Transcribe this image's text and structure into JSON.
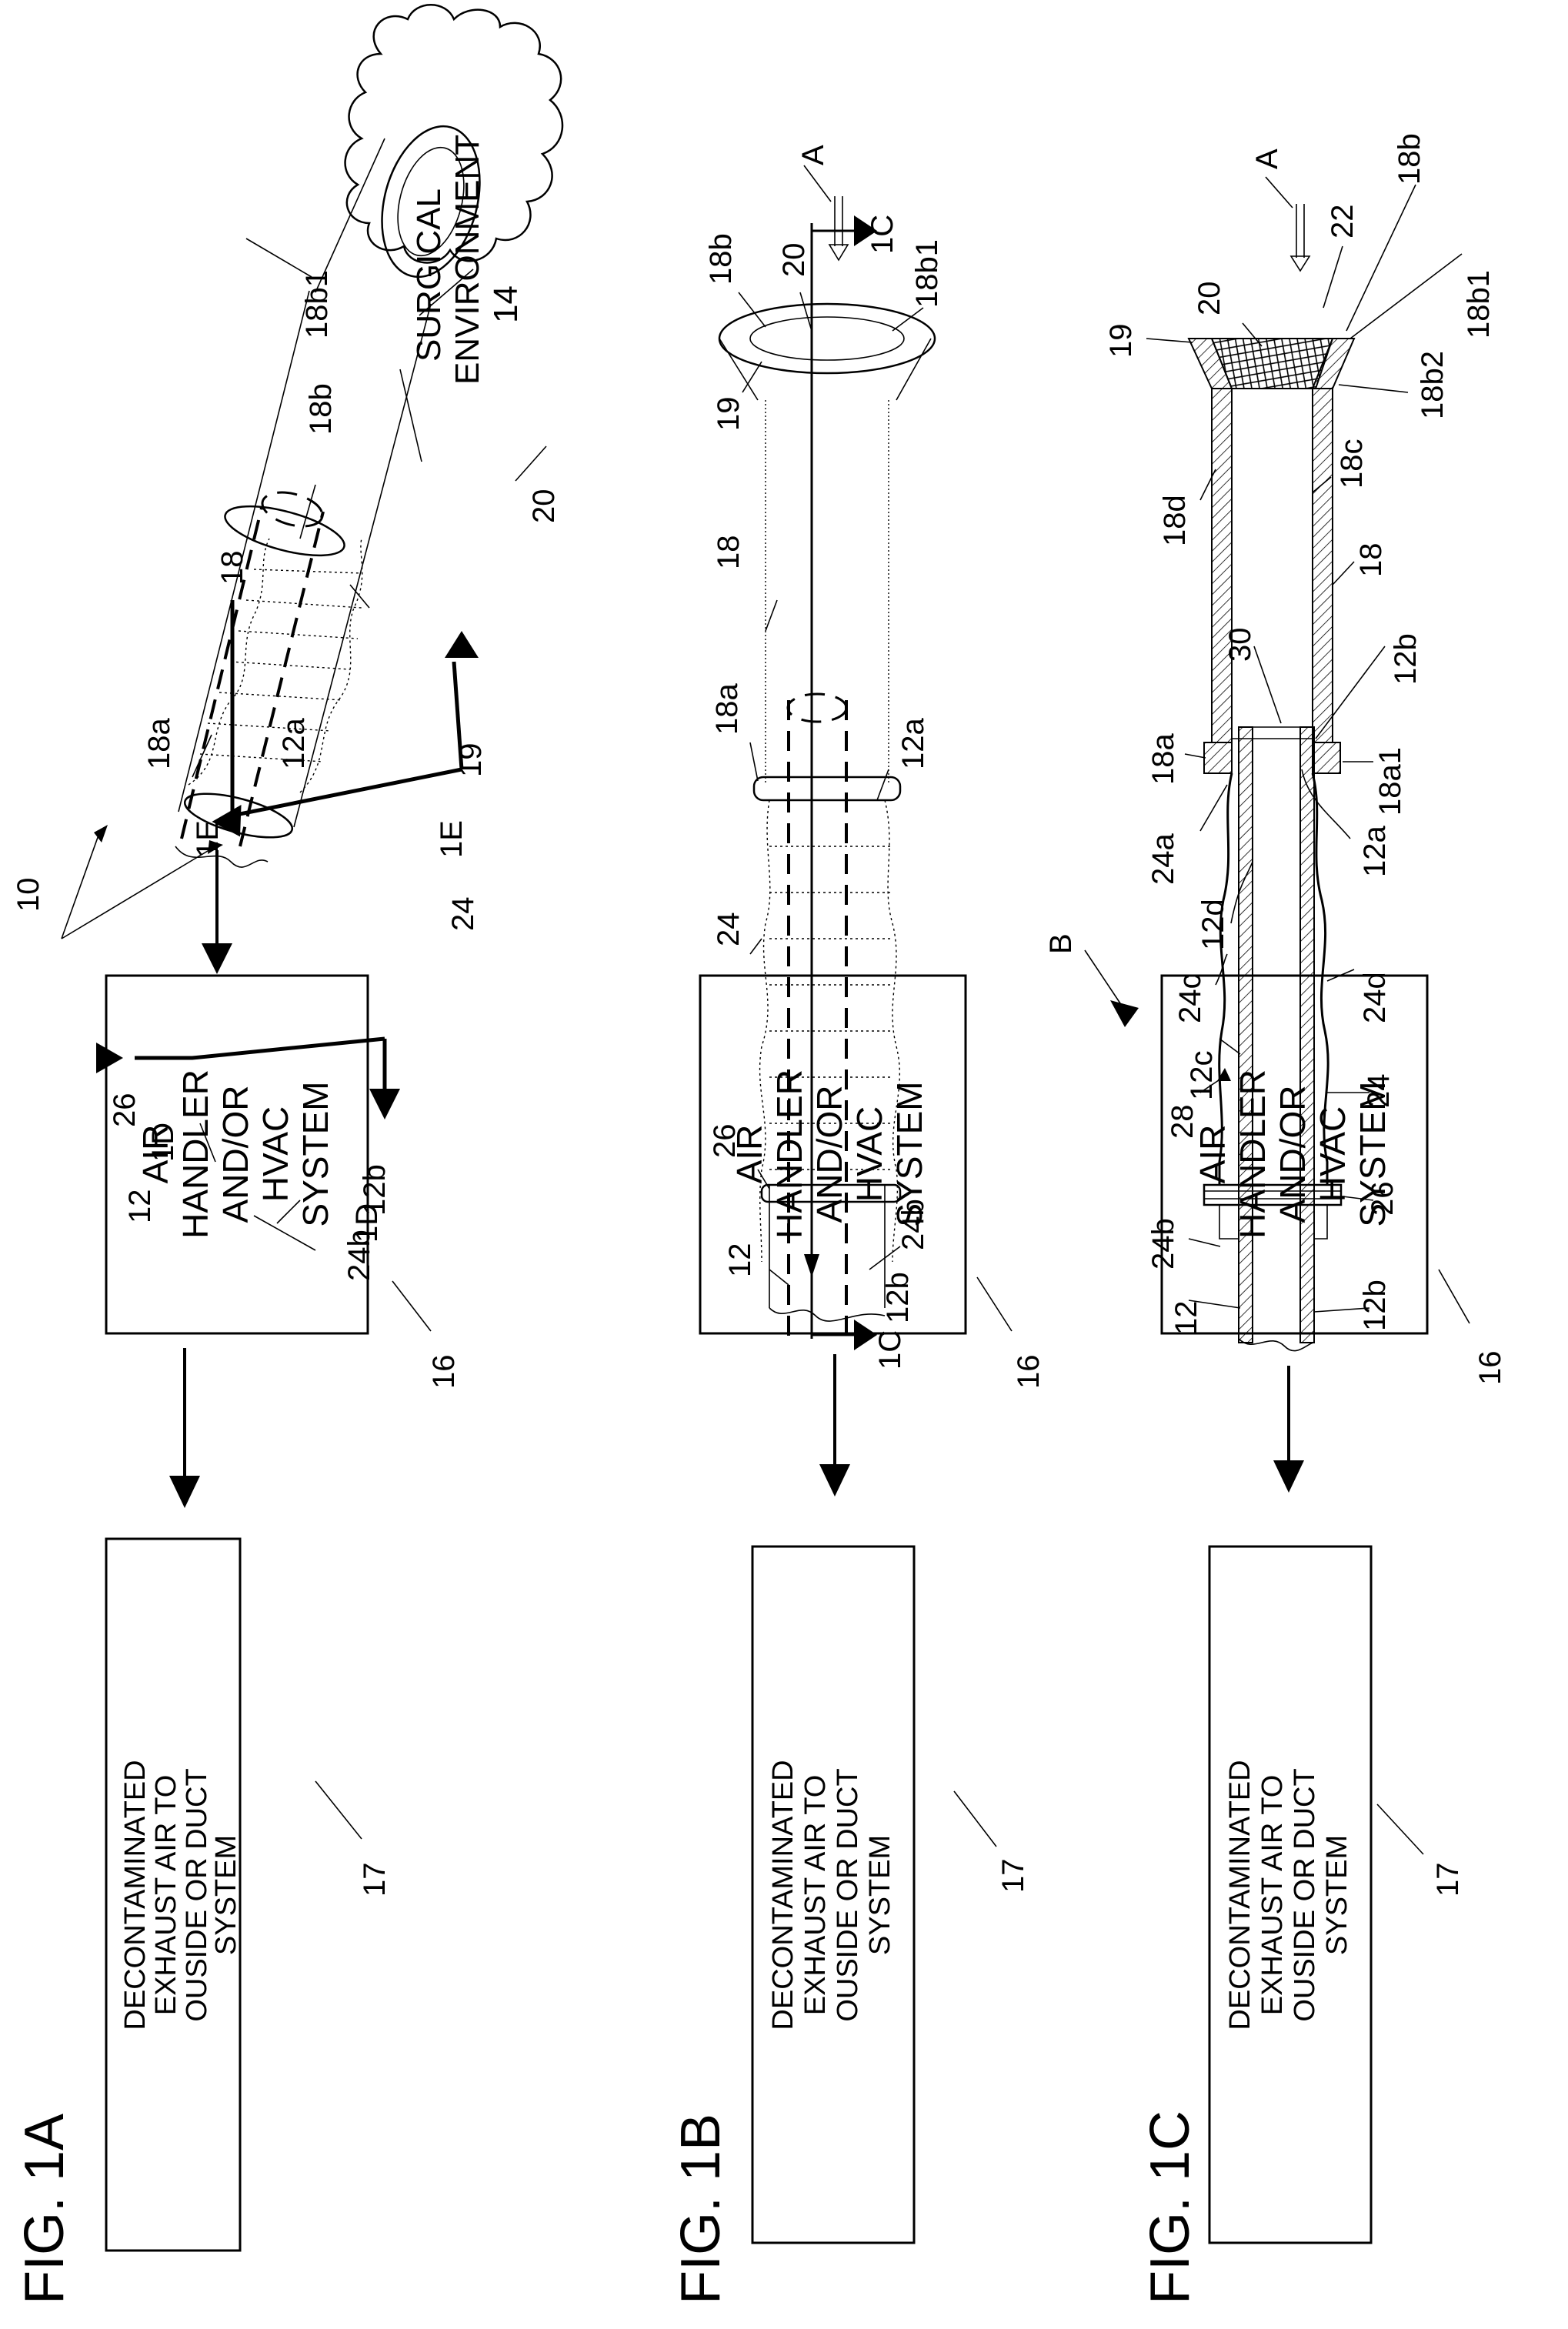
{
  "figures": [
    {
      "label": "FIG. 1A",
      "box16": {
        "lines": [
          "AIR",
          "HANDLER",
          "AND/OR",
          "HVAC",
          "SYSTEM"
        ],
        "ref": "16"
      },
      "box17": {
        "lines": [
          "DECONTAMINATED",
          "EXHAUST AIR TO",
          "OUSIDE OR DUCT",
          "SYSTEM"
        ],
        "ref": "17"
      },
      "cloud": {
        "lines": [
          "SURGICAL",
          "ENVIRONMENT",
          "14"
        ]
      },
      "refs": {
        "r10": "10",
        "r18a": "18a",
        "r12a": "12a",
        "r24": "24",
        "r26": "26",
        "r12": "12",
        "r12b": "12b",
        "r24b": "24b",
        "r18": "18",
        "r18b": "18b",
        "r18b1": "18b1",
        "r20": "20",
        "r19": "19",
        "r1E_top": "1E",
        "r1E_bot": "1E",
        "r1D_top": "1D",
        "r1D_bot": "1D"
      }
    },
    {
      "label": "FIG. 1B",
      "box16": {
        "lines": [
          "AIR",
          "HANDLER",
          "AND/OR",
          "HVAC",
          "SYSTEM"
        ],
        "ref": "16"
      },
      "box17": {
        "lines": [
          "DECONTAMINATED",
          "EXHAUST AIR TO",
          "OUSIDE OR DUCT",
          "SYSTEM"
        ],
        "ref": "17"
      },
      "refs": {
        "rA": "A",
        "r1C_top": "1C",
        "r1C_bot": "1C",
        "r18b": "18b",
        "r20": "20",
        "r18b1": "18b1",
        "r19": "19",
        "r18": "18",
        "r18a": "18a",
        "r12a": "12a",
        "r24": "24",
        "r26": "26",
        "r24b": "24b",
        "r12": "12",
        "r12b": "12b"
      }
    },
    {
      "label": "FIG. 1C",
      "box16": {
        "lines": [
          "AIR",
          "HANDLER",
          "AND/OR",
          "HVAC",
          "SYSTEM"
        ],
        "ref": "16"
      },
      "box17": {
        "lines": [
          "DECONTAMINATED",
          "EXHAUST AIR TO",
          "OUSIDE OR DUCT",
          "SYSTEM"
        ],
        "ref": "17"
      },
      "refs": {
        "rA": "A",
        "r22": "22",
        "r18b": "18b",
        "r18b1": "18b1",
        "r20": "20",
        "r19": "19",
        "r18b2": "18b2",
        "r18d": "18d",
        "r18c": "18c",
        "r18": "18",
        "r12b_top": "12b",
        "r30": "30",
        "r18a1": "18a1",
        "r18a": "18a",
        "r24a": "24a",
        "r12a": "12a",
        "r12d": "12d",
        "rB": "B",
        "r24c": "24c",
        "r24d": "24d",
        "r12c": "12c",
        "r28": "28",
        "r24": "24",
        "r26": "26",
        "r24b": "24b",
        "r12": "12",
        "r12b_bot": "12b"
      }
    }
  ]
}
